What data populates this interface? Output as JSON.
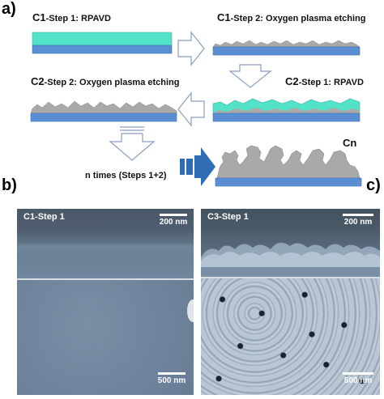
{
  "panels": {
    "a": "a)",
    "b": "b)",
    "c": "c)"
  },
  "schematic": {
    "c1_step1": {
      "prefix": "C1",
      "text": "-Step 1: RPAVD"
    },
    "c1_step2": {
      "prefix": "C1",
      "text": "-Step 2: Oxygen plasma etching"
    },
    "c2_step1": {
      "prefix": "C2",
      "text": "-Step 1: RPAVD"
    },
    "c2_step2": {
      "prefix": "C2",
      "text": "-Step 2: Oxygen plasma etching"
    },
    "repeat": "n times (Steps 1+2)",
    "cn": "Cn"
  },
  "colors": {
    "substrate": "#5b8fd4",
    "film": "#52e2c8",
    "etched": "#a9a9a9",
    "arrow_outline": "#8a9fbf",
    "big_arrow": "#2f6db5"
  },
  "micrographs": {
    "c1": {
      "title": "C1-Step 1",
      "scale_top": "200 nm",
      "scale_bottom": "500 nm"
    },
    "c3": {
      "title": "C3-Step 1",
      "scale_top": "200 nm",
      "scale_bottom": "500 nm"
    }
  }
}
